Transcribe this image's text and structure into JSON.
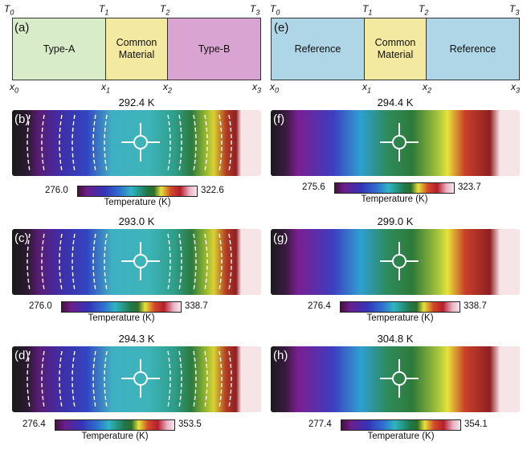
{
  "schematic_left": {
    "panel": "(a)",
    "segments": [
      "Type-A",
      "Common Material",
      "Type-B"
    ],
    "colors": [
      "#d8ecca",
      "#f3e9a0",
      "#d9a4d2"
    ],
    "top_labels": [
      "T0",
      "T1",
      "T2",
      "T3"
    ],
    "bottom_labels": [
      "x0",
      "x1",
      "x2",
      "x3"
    ]
  },
  "schematic_right": {
    "panel": "(e)",
    "segments": [
      "Reference",
      "Common Material",
      "Reference"
    ],
    "colors": [
      "#aed6e6",
      "#f3e9a0",
      "#aed6e6"
    ],
    "top_labels": [
      "T0",
      "T1",
      "T2",
      "T3"
    ],
    "bottom_labels": [
      "x0",
      "x1",
      "x2",
      "x3"
    ]
  },
  "thermal_panels": [
    {
      "id": "b",
      "panel": "(b)",
      "title": "292.4 K",
      "cmin": "276.0",
      "cmax": "322.6",
      "cbar_label": "Temperature (K)",
      "dashed": true
    },
    {
      "id": "c",
      "panel": "(c)",
      "title": "293.0 K",
      "cmin": "276.0",
      "cmax": "338.7",
      "cbar_label": "Temperature (K)",
      "dashed": true
    },
    {
      "id": "d",
      "panel": "(d)",
      "title": "294.3 K",
      "cmin": "276.4",
      "cmax": "353.5",
      "cbar_label": "Temperature (K)",
      "dashed": true
    },
    {
      "id": "f",
      "panel": "(f)",
      "title": "294.4 K",
      "cmin": "275.6",
      "cmax": "323.7",
      "cbar_label": "Temperature (K)",
      "dashed": false
    },
    {
      "id": "g",
      "panel": "(g)",
      "title": "299.0 K",
      "cmin": "276.4",
      "cmax": "338.7",
      "cbar_label": "Temperature (K)",
      "dashed": false
    },
    {
      "id": "h",
      "panel": "(h)",
      "title": "304.8 K",
      "cmin": "277.4",
      "cmax": "354.1",
      "cbar_label": "Temperature (K)",
      "dashed": false
    }
  ]
}
